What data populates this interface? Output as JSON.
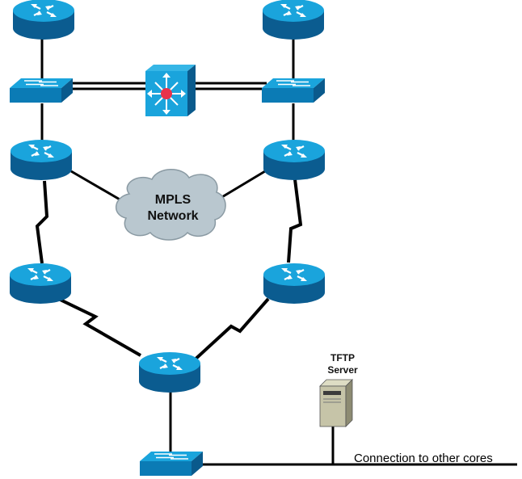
{
  "cloud": {
    "line1": "MPLS",
    "line2": "Network"
  },
  "server": {
    "line1": "TFTP",
    "line2": "Server"
  },
  "connection_label": "Connection to other cores",
  "colors": {
    "device_top": "#1a9fd6",
    "device_side": "#0a5a8c",
    "icon_white": "#ffffff",
    "cloud_fill": "#b9c7cf",
    "server_fill": "#c6c4a8",
    "l3_dot": "#e8324a",
    "line": "#000000"
  },
  "devices": {
    "routers": [
      "router-top-left",
      "router-top-right",
      "router-mid-left",
      "router-mid-right",
      "router-low-left",
      "router-low-right",
      "router-bottom"
    ],
    "switches": [
      "switch-left",
      "switch-right",
      "switch-bottom"
    ],
    "l3_switch": "multilayer-switch",
    "server": "tftp-server",
    "cloud": "mpls-cloud"
  }
}
